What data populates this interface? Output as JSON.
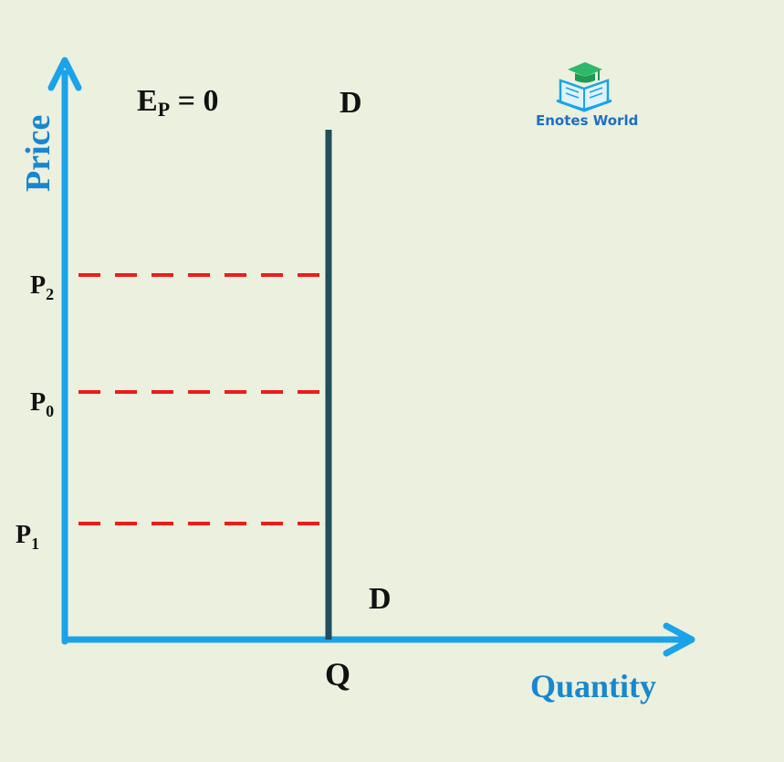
{
  "title": {
    "main": "E",
    "sub": "P",
    "rest": " = 0"
  },
  "demand_label_top": "D",
  "demand_label_bottom": "D",
  "y_axis_label": "Price",
  "x_axis_label": "Quantity",
  "q_label": "Q",
  "price_levels": [
    {
      "main": "P",
      "sub": "2"
    },
    {
      "main": "P",
      "sub": "0"
    },
    {
      "main": "P",
      "sub": "1"
    }
  ],
  "logo": {
    "text": "Enotes World"
  },
  "colors": {
    "background": "#ecf0de",
    "axis": "#1aa3e8",
    "demand_line": "#1f4e5c",
    "dashed": "#ee1c1c",
    "label": "#111111",
    "axis_label": "#1887cf",
    "logo_text": "#1e6fc4"
  }
}
